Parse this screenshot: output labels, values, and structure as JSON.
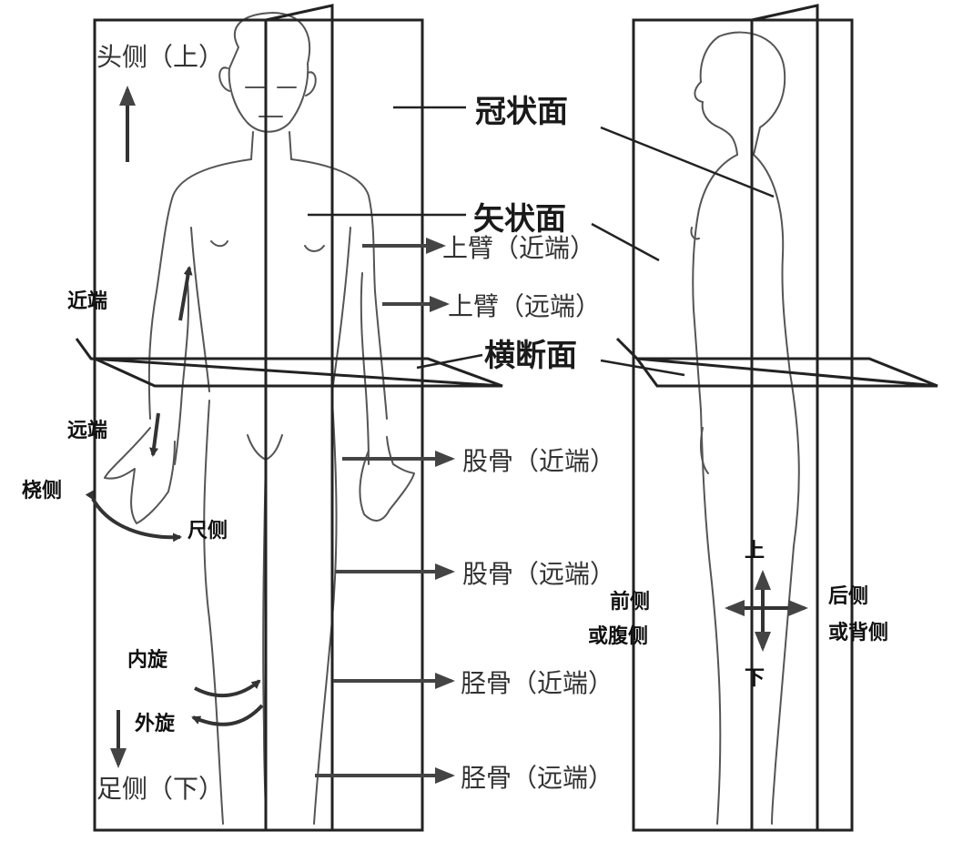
{
  "planes": {
    "coronal": "冠状面",
    "sagittal": "矢状面",
    "transverse": "横断面"
  },
  "directions": {
    "cranial": "头侧（上）",
    "caudal": "足侧（下）",
    "proximal": "近端",
    "distal": "远端",
    "radial": "桡侧",
    "ulnar": "尺侧",
    "internal_rotation": "内旋",
    "external_rotation": "外旋",
    "up": "上",
    "down": "下",
    "anterior_1": "前侧",
    "anterior_2": "或腹侧",
    "posterior_1": "后侧",
    "posterior_2": "或背侧"
  },
  "bones": {
    "upper_arm_proximal": "上臂（近端）",
    "upper_arm_distal": "上臂（远端）",
    "femur_proximal": "股骨（近端）",
    "femur_distal": "股骨（远端）",
    "tibia_proximal": "胫骨（近端）",
    "tibia_distal": "胫骨（远端）"
  },
  "colors": {
    "line": "#222222",
    "arrow": "#444444",
    "sketch": "#555555"
  }
}
